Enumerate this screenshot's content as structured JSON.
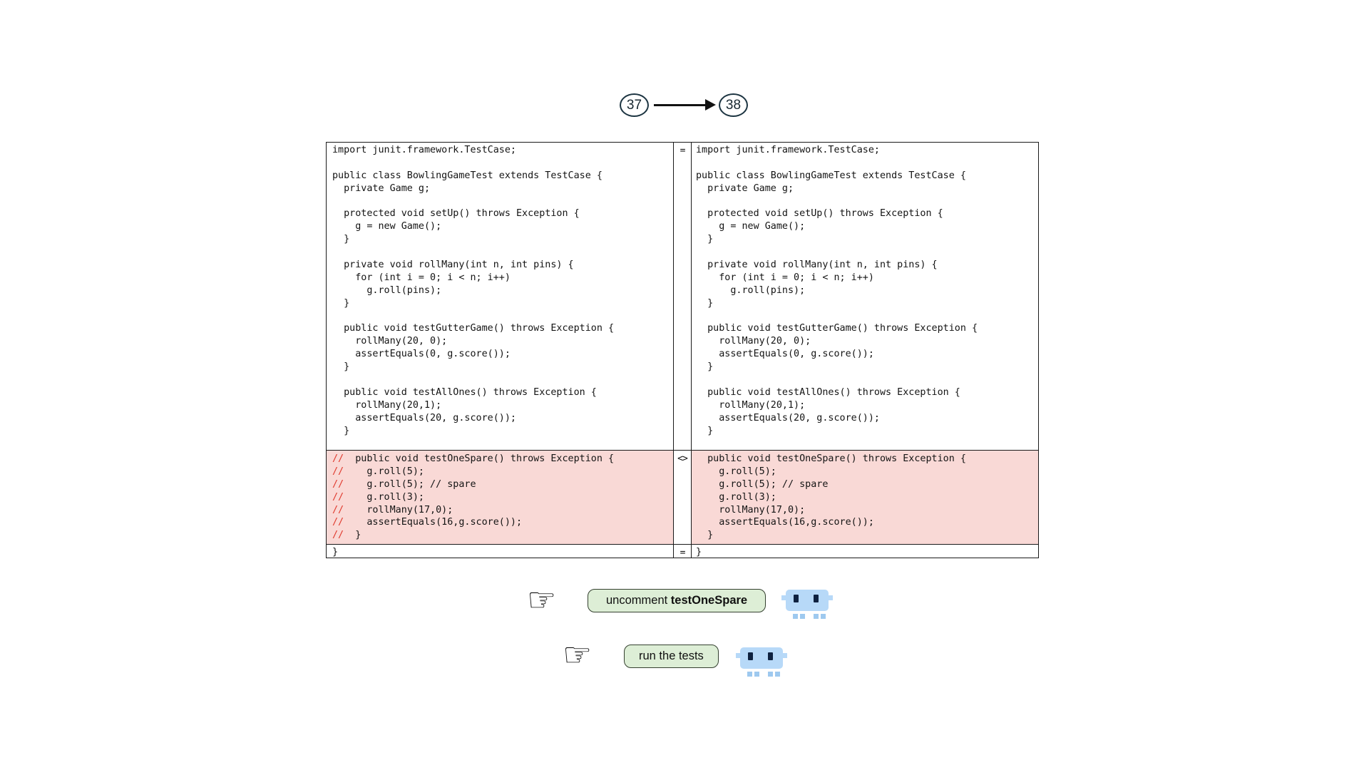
{
  "flow": {
    "from": "37",
    "to": "38"
  },
  "icons": {
    "pointing_hand": "☞"
  },
  "diff": {
    "sections": [
      {
        "marker": "=",
        "changed": false,
        "left": [
          "import junit.framework.TestCase;",
          "",
          "public class BowlingGameTest extends TestCase {",
          "  private Game g;",
          "",
          "  protected void setUp() throws Exception {",
          "    g = new Game();",
          "  }",
          "",
          "  private void rollMany(int n, int pins) {",
          "    for (int i = 0; i < n; i++)",
          "      g.roll(pins);",
          "  }",
          "",
          "  public void testGutterGame() throws Exception {",
          "    rollMany(20, 0);",
          "    assertEquals(0, g.score());",
          "  }",
          "",
          "  public void testAllOnes() throws Exception {",
          "    rollMany(20,1);",
          "    assertEquals(20, g.score());",
          "  }",
          ""
        ],
        "right": [
          "import junit.framework.TestCase;",
          "",
          "public class BowlingGameTest extends TestCase {",
          "  private Game g;",
          "",
          "  protected void setUp() throws Exception {",
          "    g = new Game();",
          "  }",
          "",
          "  private void rollMany(int n, int pins) {",
          "    for (int i = 0; i < n; i++)",
          "      g.roll(pins);",
          "  }",
          "",
          "  public void testGutterGame() throws Exception {",
          "    rollMany(20, 0);",
          "    assertEquals(0, g.score());",
          "  }",
          "",
          "  public void testAllOnes() throws Exception {",
          "    rollMany(20,1);",
          "    assertEquals(20, g.score());",
          "  }",
          ""
        ]
      },
      {
        "marker": "<>",
        "changed": true,
        "left": [
          {
            "c": "//",
            "t": "  public void testOneSpare() throws Exception {"
          },
          {
            "c": "//",
            "t": "    g.roll(5);"
          },
          {
            "c": "//",
            "t": "    g.roll(5); // spare"
          },
          {
            "c": "//",
            "t": "    g.roll(3);"
          },
          {
            "c": "//",
            "t": "    rollMany(17,0);"
          },
          {
            "c": "//",
            "t": "    assertEquals(16,g.score());"
          },
          {
            "c": "//",
            "t": "  }"
          }
        ],
        "right": [
          "  public void testOneSpare() throws Exception {",
          "    g.roll(5);",
          "    g.roll(5); // spare",
          "    g.roll(3);",
          "    rollMany(17,0);",
          "    assertEquals(16,g.score());",
          "  }"
        ]
      },
      {
        "marker": "=",
        "changed": false,
        "left": [
          "}"
        ],
        "right": [
          "}"
        ]
      }
    ]
  },
  "actions": [
    {
      "text": "uncomment ",
      "bold": "testOneSpare"
    },
    {
      "text": "run the tests",
      "bold": ""
    }
  ],
  "colors": {
    "changed_bg": "#f9d9d6",
    "comment_red": "#e03a2e",
    "button_bg": "#ddeed6",
    "button_border": "#34402f",
    "robot_body": "#b7d9f8",
    "robot_eye": "#0f2240",
    "robot_feet": "#9ec9ef",
    "circle_stroke": "#1d3542",
    "table_border": "#1a1a1a"
  }
}
